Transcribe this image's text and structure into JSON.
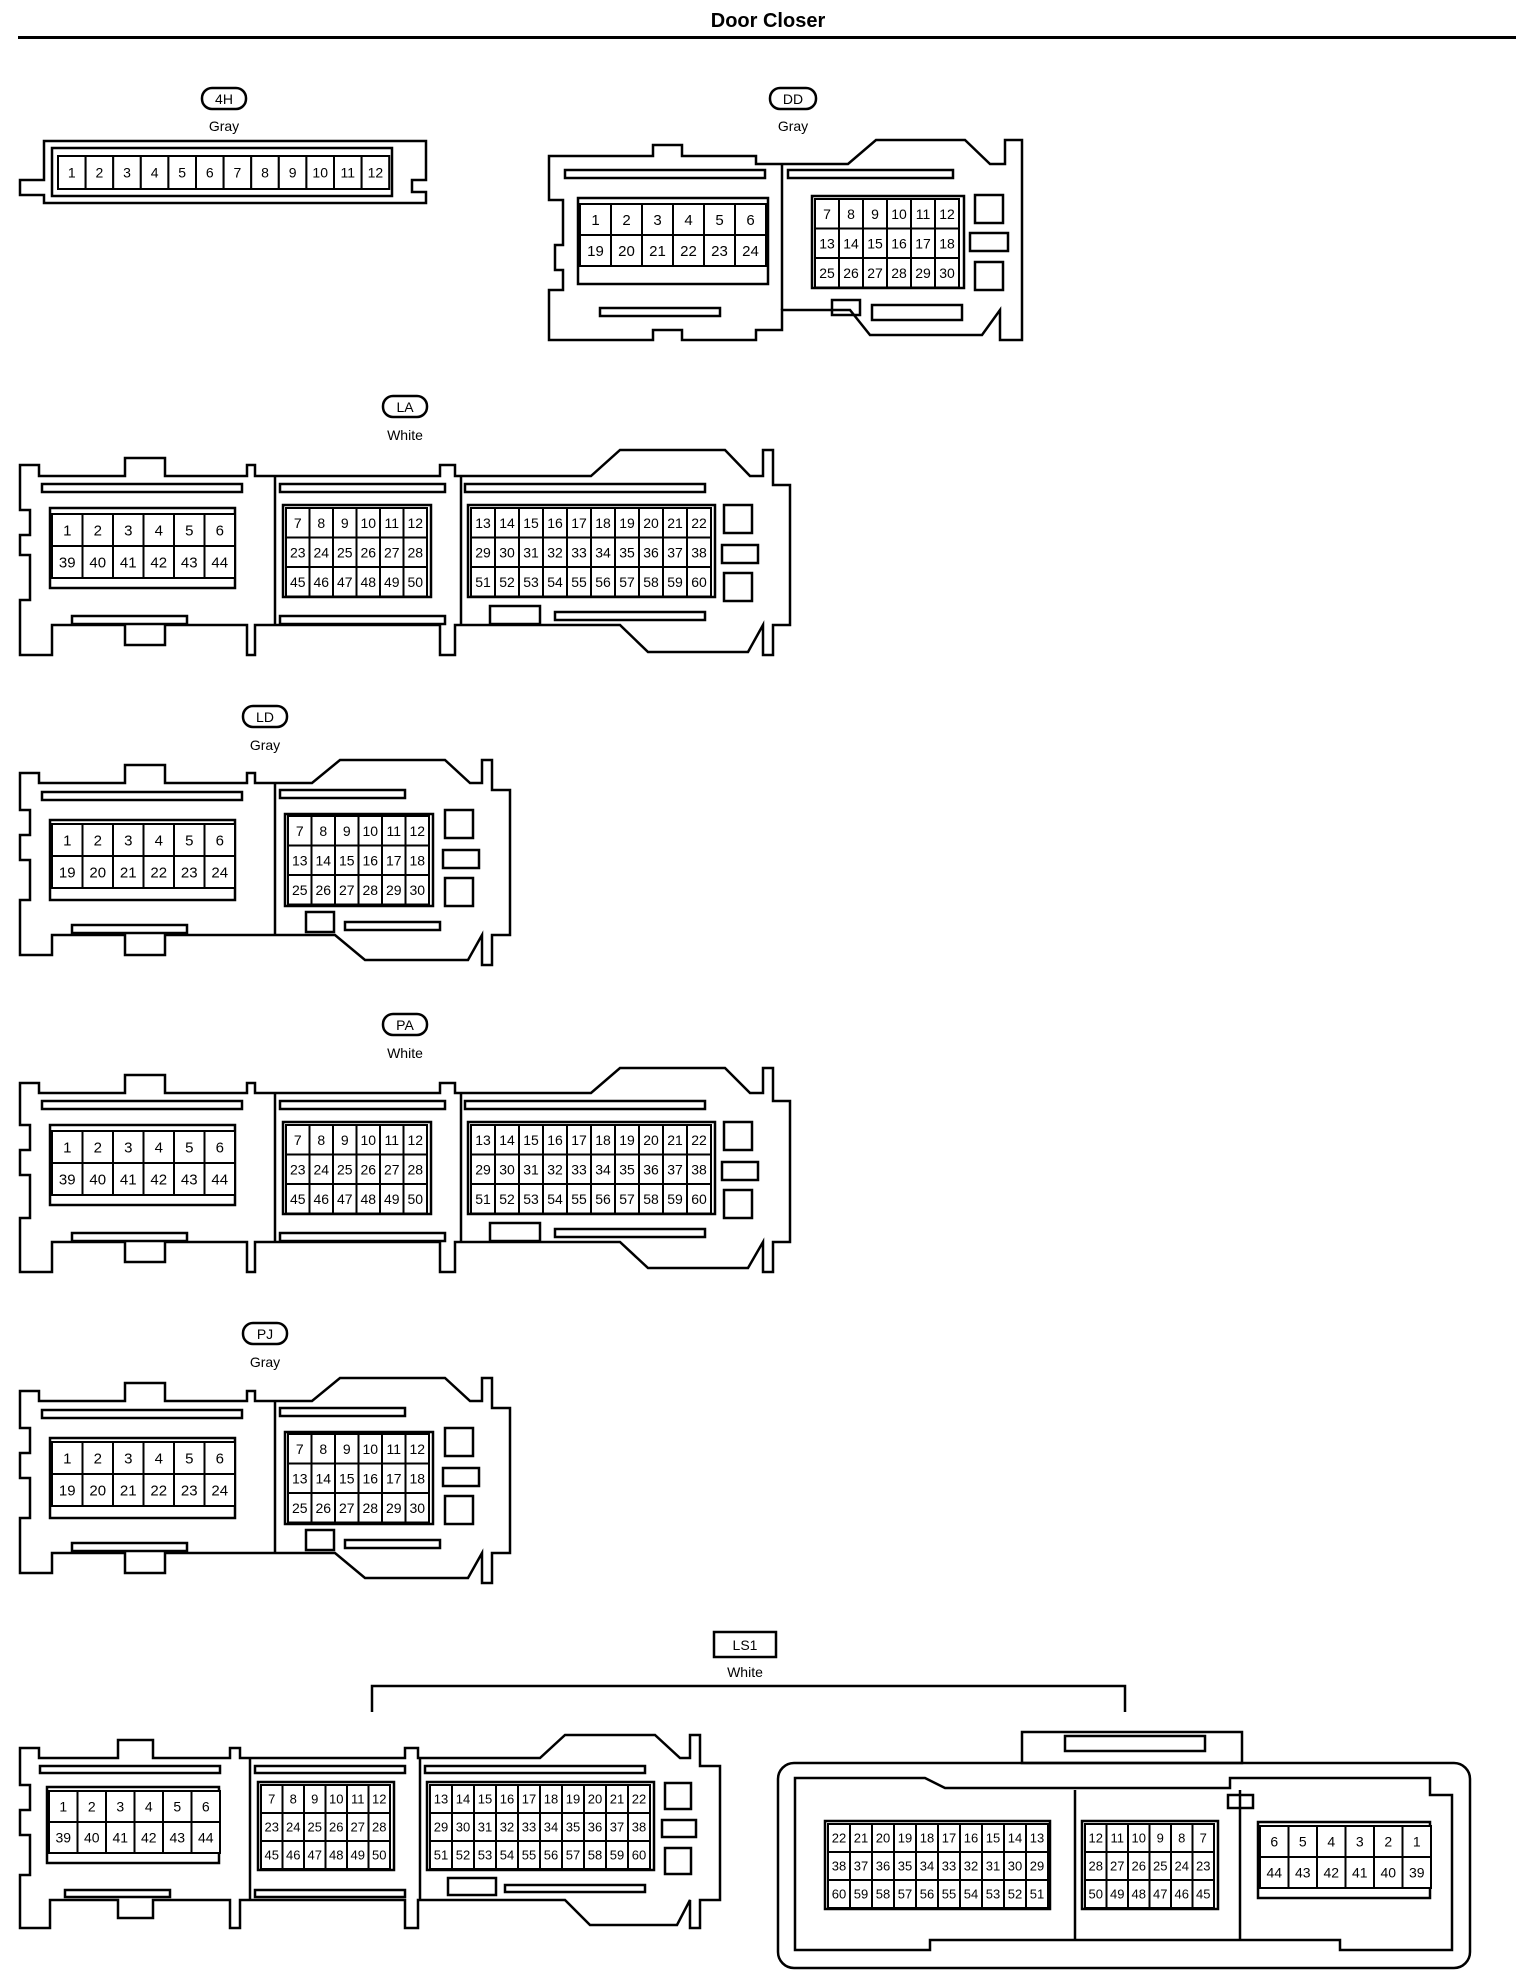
{
  "title": "Door Closer",
  "connectors": {
    "h4": {
      "code": "4H",
      "color": "Gray",
      "rows": [
        [
          "1",
          "2",
          "3",
          "4",
          "5",
          "6",
          "7",
          "8",
          "9",
          "10",
          "11",
          "12"
        ]
      ]
    },
    "dd": {
      "code": "DD",
      "color": "Gray",
      "left_rows": [
        [
          "1",
          "2",
          "3",
          "4",
          "5",
          "6"
        ],
        [
          "19",
          "20",
          "21",
          "22",
          "23",
          "24"
        ]
      ],
      "right_rows": [
        [
          "7",
          "8",
          "9",
          "10",
          "11",
          "12"
        ],
        [
          "13",
          "14",
          "15",
          "16",
          "17",
          "18"
        ],
        [
          "25",
          "26",
          "27",
          "28",
          "29",
          "30"
        ]
      ]
    },
    "la": {
      "code": "LA",
      "color": "White",
      "left_rows": [
        [
          "1",
          "2",
          "3",
          "4",
          "5",
          "6"
        ],
        [
          "39",
          "40",
          "41",
          "42",
          "43",
          "44"
        ]
      ],
      "mid_rows": [
        [
          "7",
          "8",
          "9",
          "10",
          "11",
          "12"
        ],
        [
          "23",
          "24",
          "25",
          "26",
          "27",
          "28"
        ],
        [
          "45",
          "46",
          "47",
          "48",
          "49",
          "50"
        ]
      ],
      "right_rows": [
        [
          "13",
          "14",
          "15",
          "16",
          "17",
          "18",
          "19",
          "20",
          "21",
          "22"
        ],
        [
          "29",
          "30",
          "31",
          "32",
          "33",
          "34",
          "35",
          "36",
          "37",
          "38"
        ],
        [
          "51",
          "52",
          "53",
          "54",
          "55",
          "56",
          "57",
          "58",
          "59",
          "60"
        ]
      ]
    },
    "ld": {
      "code": "LD",
      "color": "Gray",
      "left_rows": [
        [
          "1",
          "2",
          "3",
          "4",
          "5",
          "6"
        ],
        [
          "19",
          "20",
          "21",
          "22",
          "23",
          "24"
        ]
      ],
      "right_rows": [
        [
          "7",
          "8",
          "9",
          "10",
          "11",
          "12"
        ],
        [
          "13",
          "14",
          "15",
          "16",
          "17",
          "18"
        ],
        [
          "25",
          "26",
          "27",
          "28",
          "29",
          "30"
        ]
      ]
    },
    "pa": {
      "code": "PA",
      "color": "White",
      "left_rows": [
        [
          "1",
          "2",
          "3",
          "4",
          "5",
          "6"
        ],
        [
          "39",
          "40",
          "41",
          "42",
          "43",
          "44"
        ]
      ],
      "mid_rows": [
        [
          "7",
          "8",
          "9",
          "10",
          "11",
          "12"
        ],
        [
          "23",
          "24",
          "25",
          "26",
          "27",
          "28"
        ],
        [
          "45",
          "46",
          "47",
          "48",
          "49",
          "50"
        ]
      ],
      "right_rows": [
        [
          "13",
          "14",
          "15",
          "16",
          "17",
          "18",
          "19",
          "20",
          "21",
          "22"
        ],
        [
          "29",
          "30",
          "31",
          "32",
          "33",
          "34",
          "35",
          "36",
          "37",
          "38"
        ],
        [
          "51",
          "52",
          "53",
          "54",
          "55",
          "56",
          "57",
          "58",
          "59",
          "60"
        ]
      ]
    },
    "pj": {
      "code": "PJ",
      "color": "Gray",
      "left_rows": [
        [
          "1",
          "2",
          "3",
          "4",
          "5",
          "6"
        ],
        [
          "19",
          "20",
          "21",
          "22",
          "23",
          "24"
        ]
      ],
      "right_rows": [
        [
          "7",
          "8",
          "9",
          "10",
          "11",
          "12"
        ],
        [
          "13",
          "14",
          "15",
          "16",
          "17",
          "18"
        ],
        [
          "25",
          "26",
          "27",
          "28",
          "29",
          "30"
        ]
      ]
    },
    "ls1": {
      "code": "LS1",
      "color": "White",
      "male": {
        "left_rows": [
          [
            "1",
            "2",
            "3",
            "4",
            "5",
            "6"
          ],
          [
            "39",
            "40",
            "41",
            "42",
            "43",
            "44"
          ]
        ],
        "mid_rows": [
          [
            "7",
            "8",
            "9",
            "10",
            "11",
            "12"
          ],
          [
            "23",
            "24",
            "25",
            "26",
            "27",
            "28"
          ],
          [
            "45",
            "46",
            "47",
            "48",
            "49",
            "50"
          ]
        ],
        "right_rows": [
          [
            "13",
            "14",
            "15",
            "16",
            "17",
            "18",
            "19",
            "20",
            "21",
            "22"
          ],
          [
            "29",
            "30",
            "31",
            "32",
            "33",
            "34",
            "35",
            "36",
            "37",
            "38"
          ],
          [
            "51",
            "52",
            "53",
            "54",
            "55",
            "56",
            "57",
            "58",
            "59",
            "60"
          ]
        ]
      },
      "female": {
        "left_rows": [
          [
            "22",
            "21",
            "20",
            "19",
            "18",
            "17",
            "16",
            "15",
            "14",
            "13"
          ],
          [
            "38",
            "37",
            "36",
            "35",
            "34",
            "33",
            "32",
            "31",
            "30",
            "29"
          ],
          [
            "60",
            "59",
            "58",
            "57",
            "56",
            "55",
            "54",
            "53",
            "52",
            "51"
          ]
        ],
        "mid_rows": [
          [
            "12",
            "11",
            "10",
            "9",
            "8",
            "7"
          ],
          [
            "28",
            "27",
            "26",
            "25",
            "24",
            "23"
          ],
          [
            "50",
            "49",
            "48",
            "47",
            "46",
            "45"
          ]
        ],
        "right_rows": [
          [
            "6",
            "5",
            "4",
            "3",
            "2",
            "1"
          ],
          [
            "44",
            "43",
            "42",
            "41",
            "40",
            "39"
          ]
        ]
      }
    }
  }
}
